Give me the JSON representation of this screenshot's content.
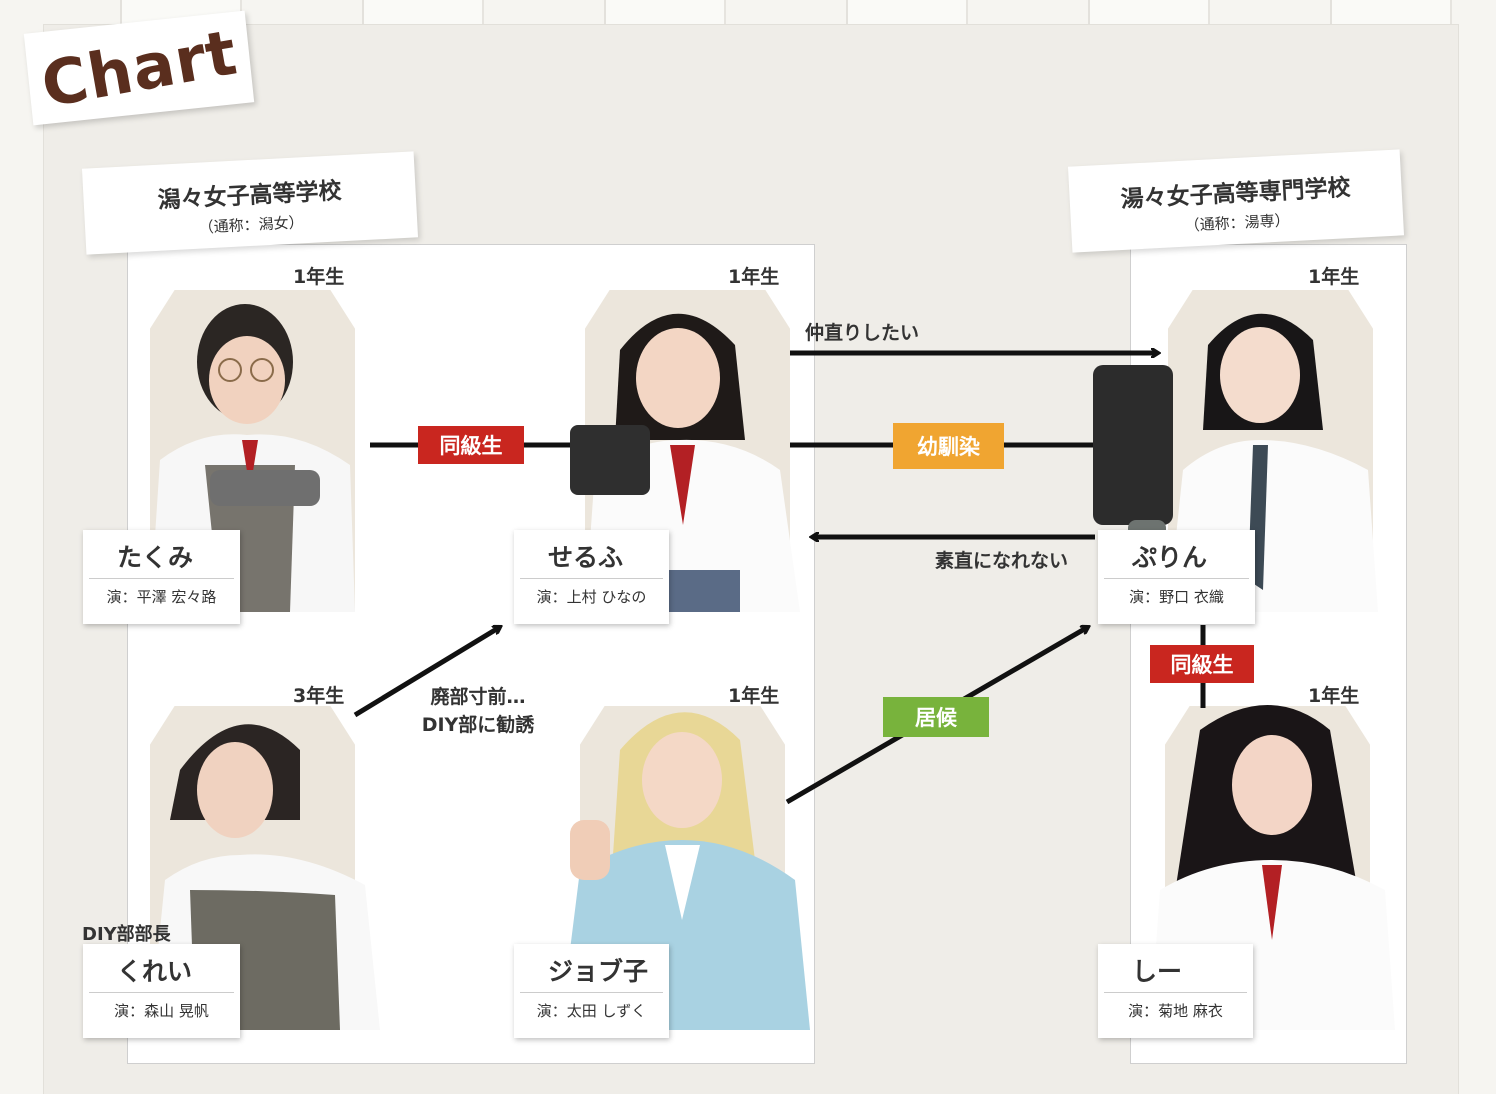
{
  "title": "Chart",
  "schools": {
    "left": {
      "name": "潟々女子高等学校",
      "sub": "（通称：潟女）"
    },
    "right": {
      "name": "湯々女子高等専門学校",
      "sub": "（通称：湯専）"
    }
  },
  "characters": {
    "takumi": {
      "grade": "1年生",
      "name": "たくみ",
      "actor": "演：平澤 宏々路"
    },
    "serufu": {
      "grade": "1年生",
      "name": "せるふ",
      "actor": "演：上村 ひなの"
    },
    "purin": {
      "grade": "1年生",
      "name": "ぷりん",
      "actor": "演：野口 衣織"
    },
    "kurei": {
      "grade": "3年生",
      "name": "くれい",
      "actor": "演：森山 晃帆",
      "role": "DIY部部長"
    },
    "jobuko": {
      "grade": "1年生",
      "name": "ジョブ子",
      "actor": "演：太田 しずく"
    },
    "shii": {
      "grade": "1年生",
      "name": "しー",
      "actor": "演：菊地 麻衣"
    }
  },
  "relations": {
    "classmate_left": "同級生",
    "childhood_friend": "幼馴染",
    "want_reconcile": "仲直りしたい",
    "not_honest": "素直になれない",
    "recruit": "廃部寸前…\nDIY部に勧誘",
    "freeloader": "居候",
    "classmate_right": "同級生"
  },
  "colors": {
    "red": "#c9261f",
    "orange": "#f0a531",
    "green": "#78b33c",
    "brown": "#5a2e1e"
  }
}
